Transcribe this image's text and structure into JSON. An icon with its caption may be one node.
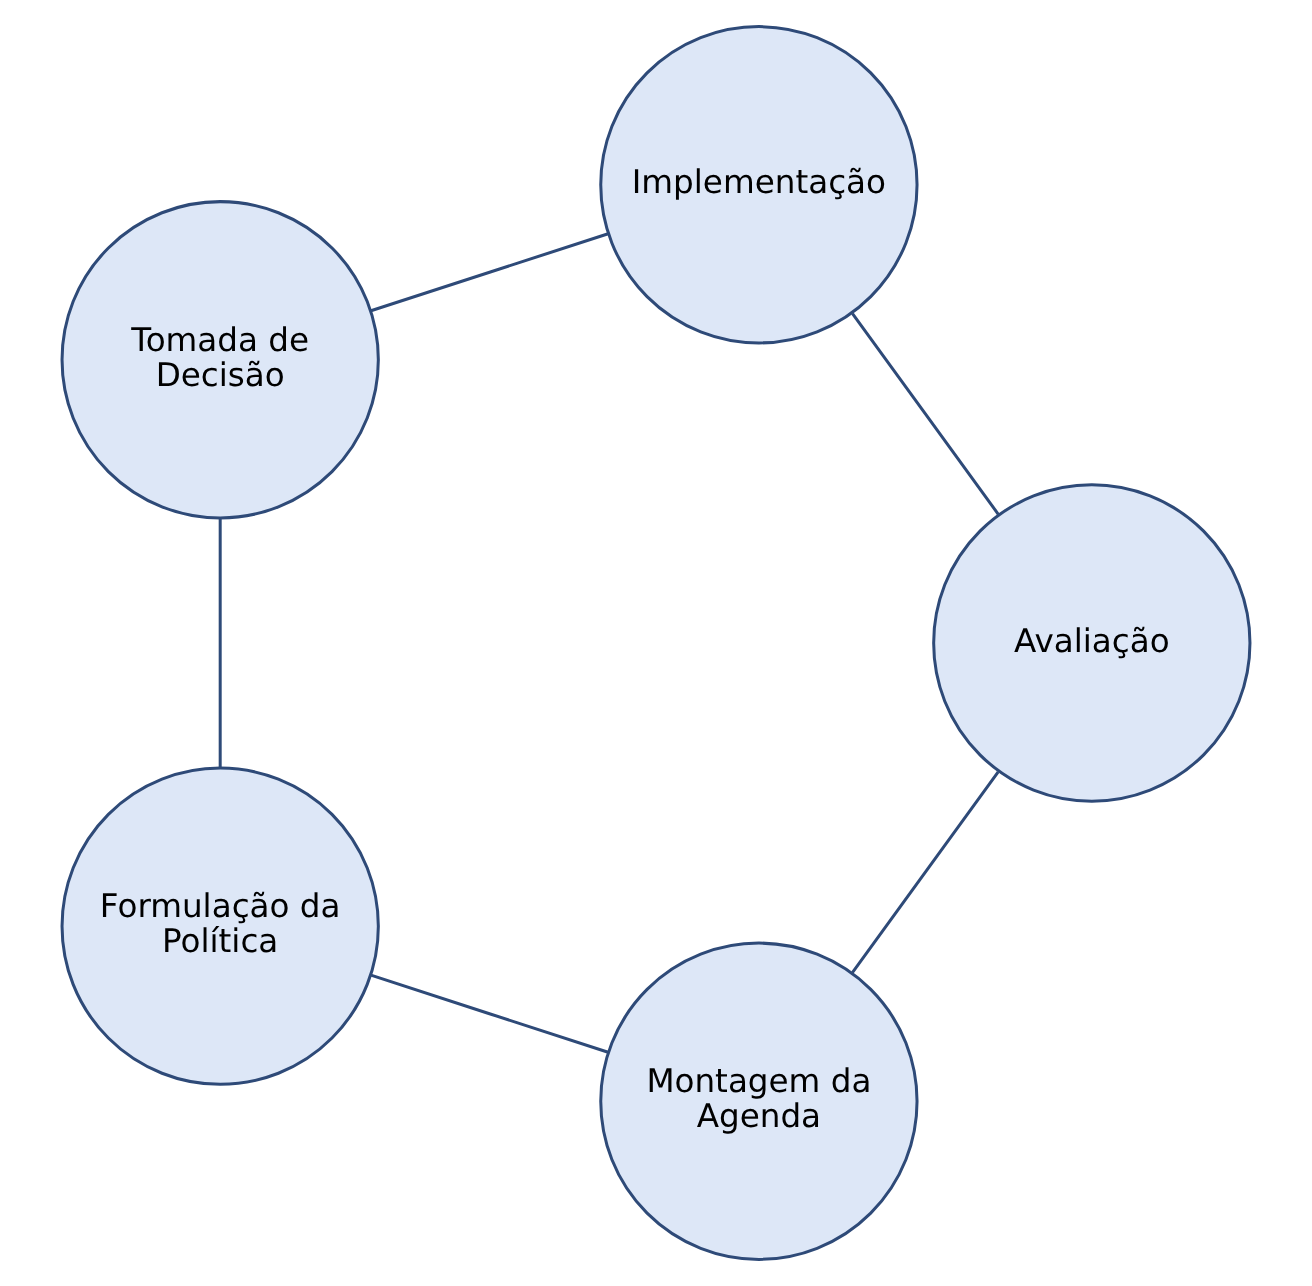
{
  "diagram": {
    "nodes": [
      {
        "text": [
          "Montagem da Agenda"
        ]
      },
      {
        "text": [
          "Formulação da Política"
        ]
      },
      {
        "text": [
          "Tomada de Decisão"
        ]
      },
      {
        "text": [
          "Implementação"
        ]
      },
      {
        "text": [
          "Avaliação"
        ]
      }
    ],
    "edges": [
      {
        "from": 0,
        "to": 1,
        "arrow": "none"
      },
      {
        "from": 1,
        "to": 2,
        "arrow": "none"
      },
      {
        "from": 2,
        "to": 3,
        "arrow": "none"
      },
      {
        "from": 3,
        "to": 4,
        "arrow": "none"
      },
      {
        "from": 4,
        "to": 0,
        "arrow": "none"
      }
    ]
  }
}
